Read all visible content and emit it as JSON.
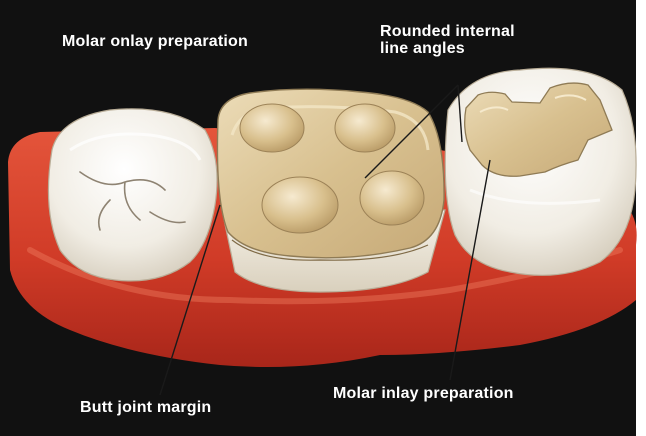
{
  "labels": {
    "onlay": "Molar onlay preparation",
    "rounded_line1": "Rounded internal",
    "rounded_line2": "line angles",
    "butt_joint": "Butt joint margin",
    "inlay": "Molar inlay preparation"
  },
  "colors": {
    "background": "#111111",
    "gum": "#d8432c",
    "enamel": "#f4f1ea",
    "prepared_dentin": "#d9c296",
    "leader_line": "#1a1a1a",
    "label_text": "#ffffff"
  }
}
